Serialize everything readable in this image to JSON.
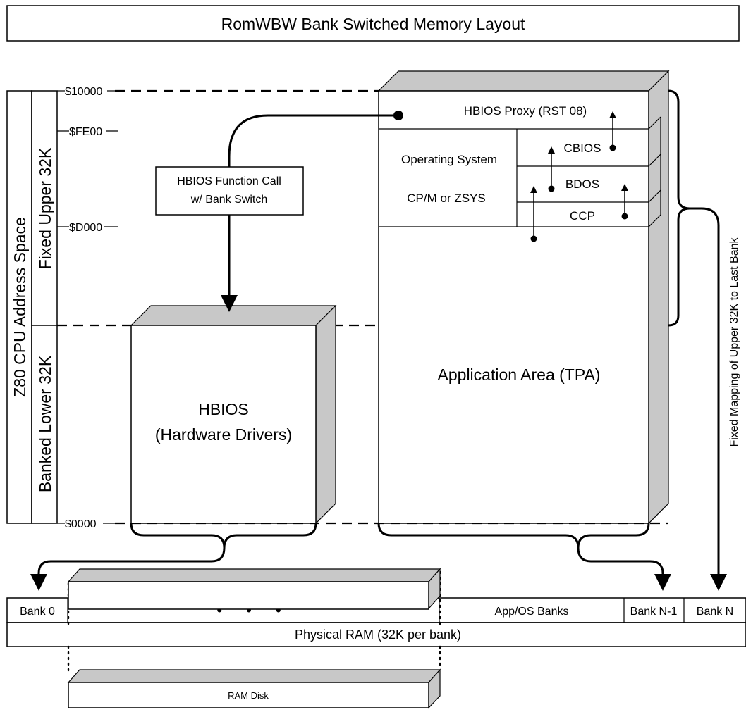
{
  "title": "RomWBW Bank Switched Memory Layout",
  "address_space": {
    "outer_label": "Z80 CPU Address Space",
    "upper_label": "Fixed Upper 32K",
    "lower_label": "Banked Lower 32K",
    "addresses": [
      "$10000",
      "$FE00",
      "$D000",
      "$0000"
    ]
  },
  "call_box": {
    "line1": "HBIOS Function Call",
    "line2": "w/ Bank Switch"
  },
  "hbios_block": {
    "line1": "HBIOS",
    "line2": "(Hardware Drivers)"
  },
  "app_block": {
    "proxy": "HBIOS Proxy (RST 08)",
    "os_line1": "Operating System",
    "os_line2": "CP/M or ZSYS",
    "cbios": "CBIOS",
    "bdos": "BDOS",
    "ccp": "CCP",
    "tpa": "Application Area (TPA)"
  },
  "mapping_label": "Fixed Mapping of Upper 32K to Last Bank",
  "ram": {
    "cells": [
      "Bank 0",
      "• • •",
      "App/OS Banks",
      "Bank N-1",
      "Bank N"
    ],
    "label": "Physical RAM (32K per bank)"
  },
  "ramdisk": {
    "label": "RAM Disk"
  },
  "colors": {
    "shade": "#c8c8c8",
    "line": "#000000",
    "fill": "#ffffff"
  }
}
